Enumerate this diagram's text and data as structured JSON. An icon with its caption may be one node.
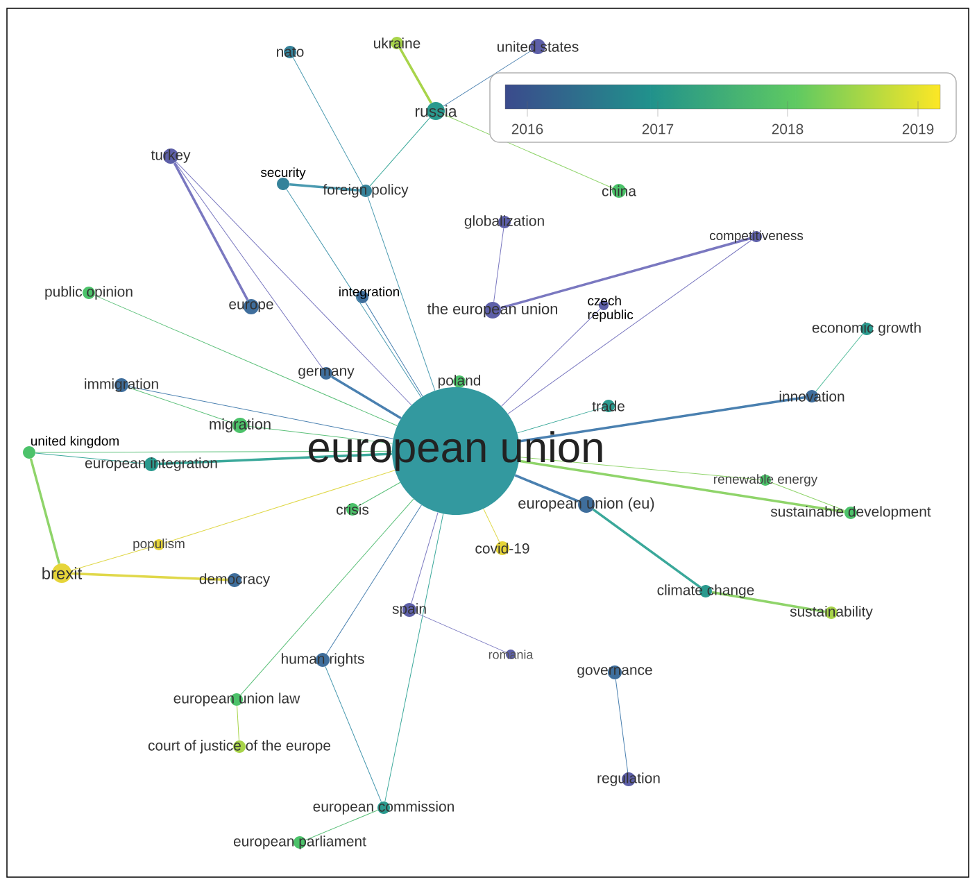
{
  "diagram": {
    "nodes": [
      {
        "text": [
          "nato"
        ]
      },
      {
        "text": [
          "ukraine"
        ]
      },
      {
        "text": [
          "united states"
        ]
      },
      {
        "text": [
          "russia"
        ]
      },
      {
        "text": [
          "turkey"
        ]
      },
      {
        "text": [
          "security"
        ]
      },
      {
        "text": [
          "foreign policy"
        ]
      },
      {
        "text": [
          "china"
        ]
      },
      {
        "text": [
          "globalization"
        ]
      },
      {
        "text": [
          "competitiveness"
        ]
      },
      {
        "text": [
          "public opinion"
        ]
      },
      {
        "text": [
          "europe"
        ]
      },
      {
        "text": [
          "integration"
        ]
      },
      {
        "text": [
          "the european union"
        ]
      },
      {
        "text": [
          "czech republic"
        ]
      },
      {
        "text": [
          "economic growth"
        ]
      },
      {
        "text": [
          "immigration"
        ]
      },
      {
        "text": [
          "germany"
        ]
      },
      {
        "text": [
          "poland"
        ]
      },
      {
        "text": [
          "trade"
        ]
      },
      {
        "text": [
          "innovation"
        ]
      },
      {
        "text": [
          "migration"
        ]
      },
      {
        "text": [
          "european union"
        ]
      },
      {
        "text": [
          "united kingdom"
        ]
      },
      {
        "text": [
          "european integration"
        ]
      },
      {
        "text": [
          "renewable energy"
        ]
      },
      {
        "text": [
          "crisis"
        ]
      },
      {
        "text": [
          "european union (eu)"
        ]
      },
      {
        "text": [
          "sustainable development"
        ]
      },
      {
        "text": [
          "populism"
        ]
      },
      {
        "text": [
          "covid-19"
        ]
      },
      {
        "text": [
          "brexit"
        ]
      },
      {
        "text": [
          "democracy"
        ]
      },
      {
        "text": [
          "climate change"
        ]
      },
      {
        "text": [
          "spain"
        ]
      },
      {
        "text": [
          "sustainability"
        ]
      },
      {
        "text": [
          "human rights"
        ]
      },
      {
        "text": [
          "romania"
        ]
      },
      {
        "text": [
          "governance"
        ]
      },
      {
        "text": [
          "european union law"
        ]
      },
      {
        "text": [
          "court of justice of the europe"
        ]
      },
      {
        "text": [
          "regulation"
        ]
      },
      {
        "text": [
          "european commission"
        ]
      },
      {
        "text": [
          "european parliament"
        ]
      }
    ],
    "edges": [
      {
        "from": 22,
        "to": 4,
        "arrow": "none",
        "color": "#7a78c0"
      },
      {
        "from": 22,
        "to": 5,
        "arrow": "none",
        "color": "#4a9ab0"
      },
      {
        "from": 22,
        "to": 6,
        "arrow": "none",
        "color": "#4a9ab0"
      },
      {
        "from": 22,
        "to": 9,
        "arrow": "none",
        "color": "#7a78c0"
      },
      {
        "from": 22,
        "to": 10,
        "arrow": "none",
        "color": "#5cc07a"
      },
      {
        "from": 22,
        "to": 12,
        "arrow": "none",
        "color": "#4a80b0"
      },
      {
        "from": 22,
        "to": 14,
        "arrow": "none",
        "color": "#7a78c0"
      },
      {
        "from": 22,
        "to": 16,
        "arrow": "none",
        "color": "#4a80b0"
      },
      {
        "from": 22,
        "to": 17,
        "arrow": "none",
        "color": "#4a80b0",
        "style": "thick"
      },
      {
        "from": 22,
        "to": 19,
        "arrow": "none",
        "color": "#3aa89a"
      },
      {
        "from": 22,
        "to": 20,
        "arrow": "none",
        "color": "#4a80b0",
        "style": "thick"
      },
      {
        "from": 22,
        "to": 21,
        "arrow": "none",
        "color": "#5cc07a"
      },
      {
        "from": 22,
        "to": 23,
        "arrow": "none",
        "color": "#5cc07a"
      },
      {
        "from": 22,
        "to": 24,
        "arrow": "none",
        "color": "#3aa89a",
        "style": "thick"
      },
      {
        "from": 22,
        "to": 25,
        "arrow": "none",
        "color": "#8fd46a"
      },
      {
        "from": 22,
        "to": 26,
        "arrow": "none",
        "color": "#5cc07a"
      },
      {
        "from": 22,
        "to": 27,
        "arrow": "none",
        "color": "#4a80b0",
        "style": "thick"
      },
      {
        "from": 22,
        "to": 28,
        "arrow": "none",
        "color": "#8fd46a",
        "style": "thick"
      },
      {
        "from": 22,
        "to": 29,
        "arrow": "none",
        "color": "#e0d84a"
      },
      {
        "from": 22,
        "to": 30,
        "arrow": "none",
        "color": "#e0d84a"
      },
      {
        "from": 22,
        "to": 34,
        "arrow": "none",
        "color": "#7a78c0"
      },
      {
        "from": 22,
        "to": 36,
        "arrow": "none",
        "color": "#4a80b0"
      },
      {
        "from": 22,
        "to": 39,
        "arrow": "none",
        "color": "#5cc07a"
      },
      {
        "from": 22,
        "to": 42,
        "arrow": "none",
        "color": "#3aa89a"
      },
      {
        "from": 31,
        "to": 23,
        "arrow": "none",
        "color": "#8fd46a",
        "style": "thick"
      },
      {
        "from": 31,
        "to": 32,
        "arrow": "none",
        "color": "#e0d84a",
        "style": "thick"
      },
      {
        "from": 31,
        "to": 29,
        "arrow": "none",
        "color": "#e0d84a"
      },
      {
        "from": 4,
        "to": 11,
        "arrow": "none",
        "color": "#7a78c0",
        "style": "thick"
      },
      {
        "from": 4,
        "to": 17,
        "arrow": "none",
        "color": "#7a78c0"
      },
      {
        "from": 3,
        "to": 1,
        "arrow": "none",
        "color": "#a8d44a",
        "style": "thick"
      },
      {
        "from": 3,
        "to": 2,
        "arrow": "none",
        "color": "#4a80b0"
      },
      {
        "from": 3,
        "to": 6,
        "arrow": "none",
        "color": "#3aa89a"
      },
      {
        "from": 0,
        "to": 6,
        "arrow": "none",
        "color": "#4a9ab0"
      },
      {
        "from": 5,
        "to": 6,
        "arrow": "none",
        "color": "#4a9ab0",
        "style": "thick"
      },
      {
        "from": 27,
        "to": 33,
        "arrow": "none",
        "color": "#3aa89a",
        "style": "thick"
      },
      {
        "from": 13,
        "to": 8,
        "arrow": "none",
        "color": "#7a78c0"
      },
      {
        "from": 9,
        "to": 13,
        "arrow": "none",
        "color": "#7a78c0",
        "style": "thick"
      },
      {
        "from": 15,
        "to": 20,
        "arrow": "none",
        "color": "#5cc0a0"
      },
      {
        "from": 24,
        "to": 23,
        "arrow": "none",
        "color": "#3aa89a"
      },
      {
        "from": 21,
        "to": 16,
        "arrow": "none",
        "color": "#5cc07a"
      },
      {
        "from": 38,
        "to": 41,
        "arrow": "none",
        "color": "#4a80b0"
      },
      {
        "from": 36,
        "to": 42,
        "arrow": "none",
        "color": "#4a9ab0"
      },
      {
        "from": 42,
        "to": 43,
        "arrow": "none",
        "color": "#5cc07a"
      },
      {
        "from": 39,
        "to": 40,
        "arrow": "none",
        "color": "#a8d44a"
      },
      {
        "from": 7,
        "to": 3,
        "arrow": "none",
        "color": "#8fd46a"
      },
      {
        "from": 35,
        "to": 33,
        "arrow": "none",
        "color": "#8fd46a",
        "style": "thick"
      },
      {
        "from": 28,
        "to": 25,
        "arrow": "none",
        "color": "#8fd46a"
      },
      {
        "from": 34,
        "to": 37,
        "arrow": "none",
        "color": "#7a78c0"
      }
    ],
    "labels": [
      "2016",
      "2017",
      "2018",
      "2019"
    ]
  }
}
